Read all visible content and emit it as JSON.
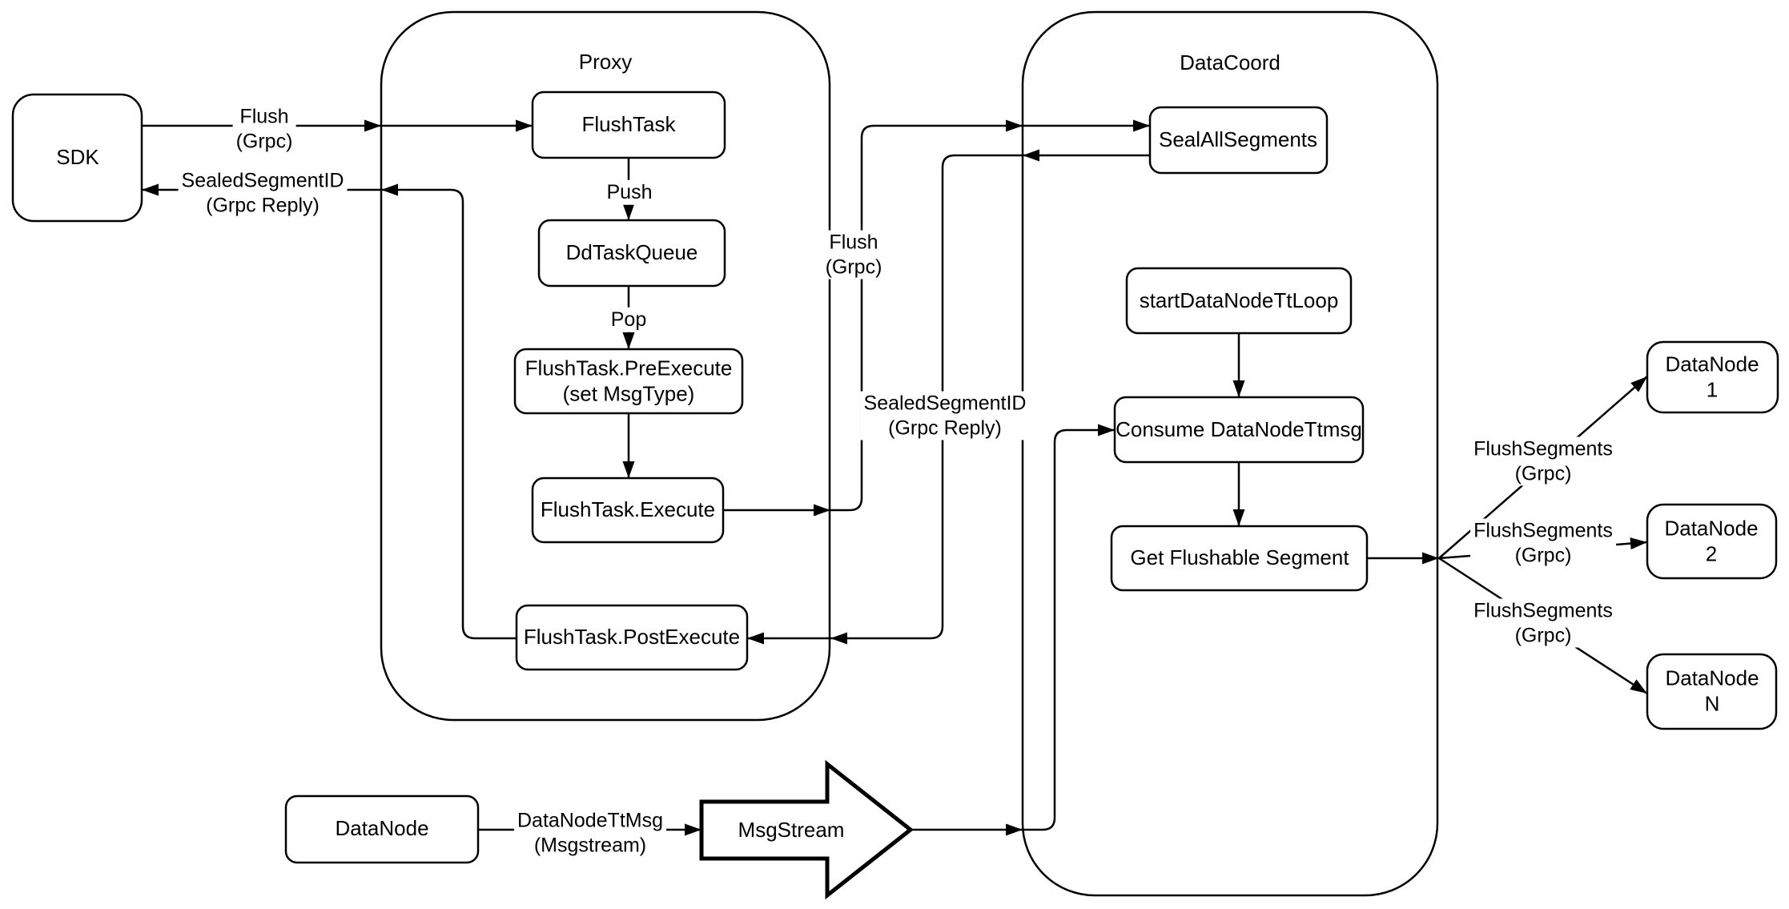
{
  "colors": {
    "stroke": "#000000",
    "fill": "#ffffff",
    "background": "#ffffff"
  },
  "containers": {
    "proxy": {
      "label": "Proxy"
    },
    "datacoord": {
      "label": "DataCoord"
    }
  },
  "nodes": {
    "sdk": {
      "label": "SDK"
    },
    "flush_task": {
      "label": "FlushTask"
    },
    "dd_task_queue": {
      "label": "DdTaskQueue"
    },
    "pre_execute": {
      "label": "FlushTask.PreExecute\n(set MsgType)"
    },
    "execute": {
      "label": "FlushTask.Execute"
    },
    "post_execute": {
      "label": "FlushTask.PostExecute"
    },
    "seal_all_segments": {
      "label": "SealAllSegments"
    },
    "start_datanode_tt_loop": {
      "label": "startDataNodeTtLoop"
    },
    "consume_datanode_ttmsg": {
      "label": "Consume DataNodeTtmsg"
    },
    "get_flushable_segment": {
      "label": "Get Flushable Segment"
    },
    "datanode_1": {
      "label": "DataNode 1"
    },
    "datanode_2": {
      "label": "DataNode 2"
    },
    "datanode_n": {
      "label": "DataNode N"
    },
    "datanode": {
      "label": "DataNode"
    },
    "msgstream": {
      "label": "MsgStream"
    }
  },
  "edges": {
    "flush_grpc_sdk": {
      "label": "Flush\n(Grpc)"
    },
    "sealed_segment_reply_sdk": {
      "label": "SealedSegmentID\n(Grpc Reply)"
    },
    "push": {
      "label": "Push"
    },
    "pop": {
      "label": "Pop"
    },
    "flush_grpc_mid": {
      "label": "Flush\n(Grpc)"
    },
    "sealed_segment_reply_mid": {
      "label": "SealedSegmentID\n(Grpc Reply)"
    },
    "flush_segments_1": {
      "label": "FlushSegments\n(Grpc)"
    },
    "flush_segments_2": {
      "label": "FlushSegments\n(Grpc)"
    },
    "flush_segments_n": {
      "label": "FlushSegments\n(Grpc)"
    },
    "datanode_ttmsg": {
      "label": "DataNodeTtMsg\n(Msgstream)"
    }
  }
}
